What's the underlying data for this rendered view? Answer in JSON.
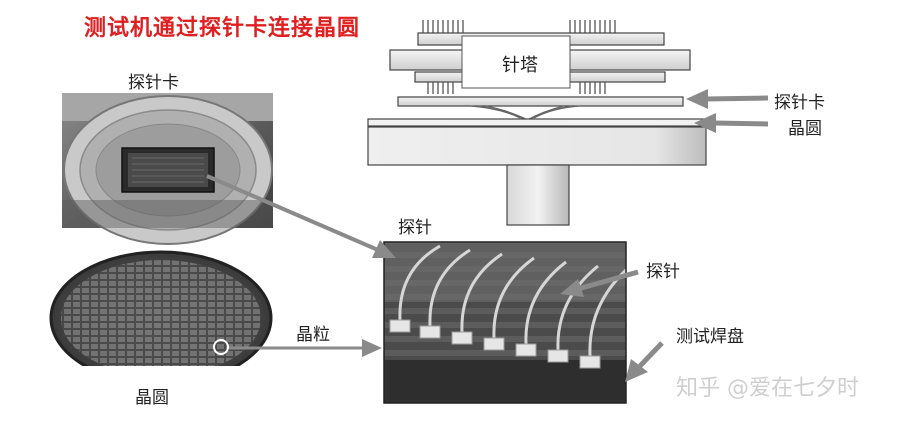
{
  "title": "测试机通过探针卡连接晶圆",
  "labels": {
    "tower": "针塔",
    "probe_card_right": "探针卡",
    "wafer_right": "晶圆",
    "probe_card_photo": "探针卡",
    "probe_top": "探针",
    "probe_right": "探针",
    "die": "晶粒",
    "wafer_photo": "晶圆",
    "test_pad": "测试焊盘"
  },
  "watermark": "知乎 @爱在七夕时",
  "colors": {
    "title": "#e02020",
    "arrow": "#8a8a8a",
    "metal_light": "#e8e8e8",
    "metal_dark": "#9a9a9a"
  }
}
